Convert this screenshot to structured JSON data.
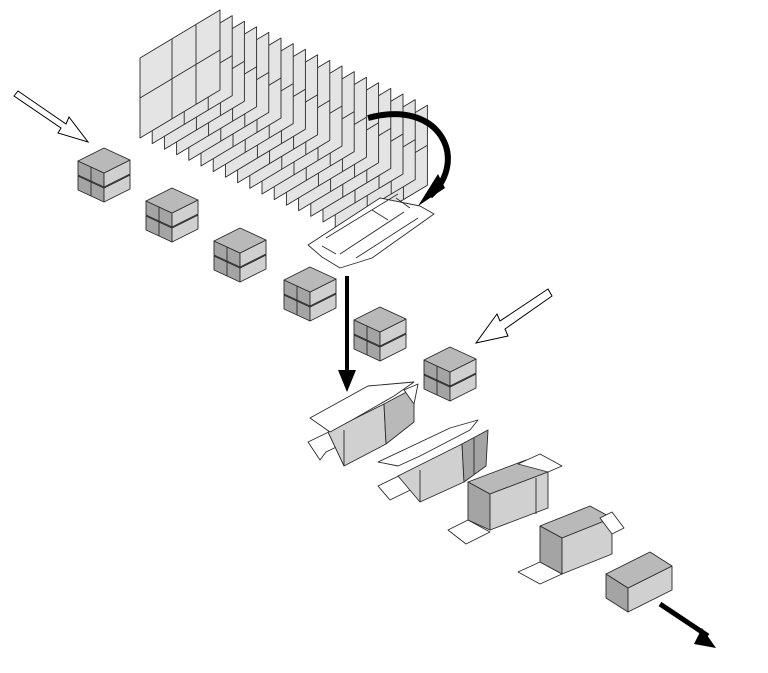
{
  "diagram": {
    "description_visible_text": "",
    "palette": {
      "top": "#b9b9b9",
      "front": "#a4a4a4",
      "side": "#d0d0d0",
      "sheet": "#e4e4e4",
      "blank": "#ffffff",
      "stroke": "#2a2a2a",
      "arrow": "#000000"
    },
    "stages": [
      {
        "name": "blank-stack",
        "count": 18
      },
      {
        "name": "product-group-feed",
        "count": 6
      },
      {
        "name": "single-blank"
      },
      {
        "name": "wrapping-sequence",
        "count": 4
      },
      {
        "name": "finished-case"
      }
    ],
    "arrows": [
      {
        "name": "product-infeed-arrow",
        "style": "outline"
      },
      {
        "name": "blank-transfer-arrow",
        "style": "curved-solid"
      },
      {
        "name": "blank-drop-arrow",
        "style": "solid"
      },
      {
        "name": "second-infeed-arrow",
        "style": "outline"
      },
      {
        "name": "discharge-arrow",
        "style": "solid"
      }
    ],
    "icons": [
      "product-pack-icon",
      "carton-blank-icon",
      "arrow-icon"
    ]
  }
}
